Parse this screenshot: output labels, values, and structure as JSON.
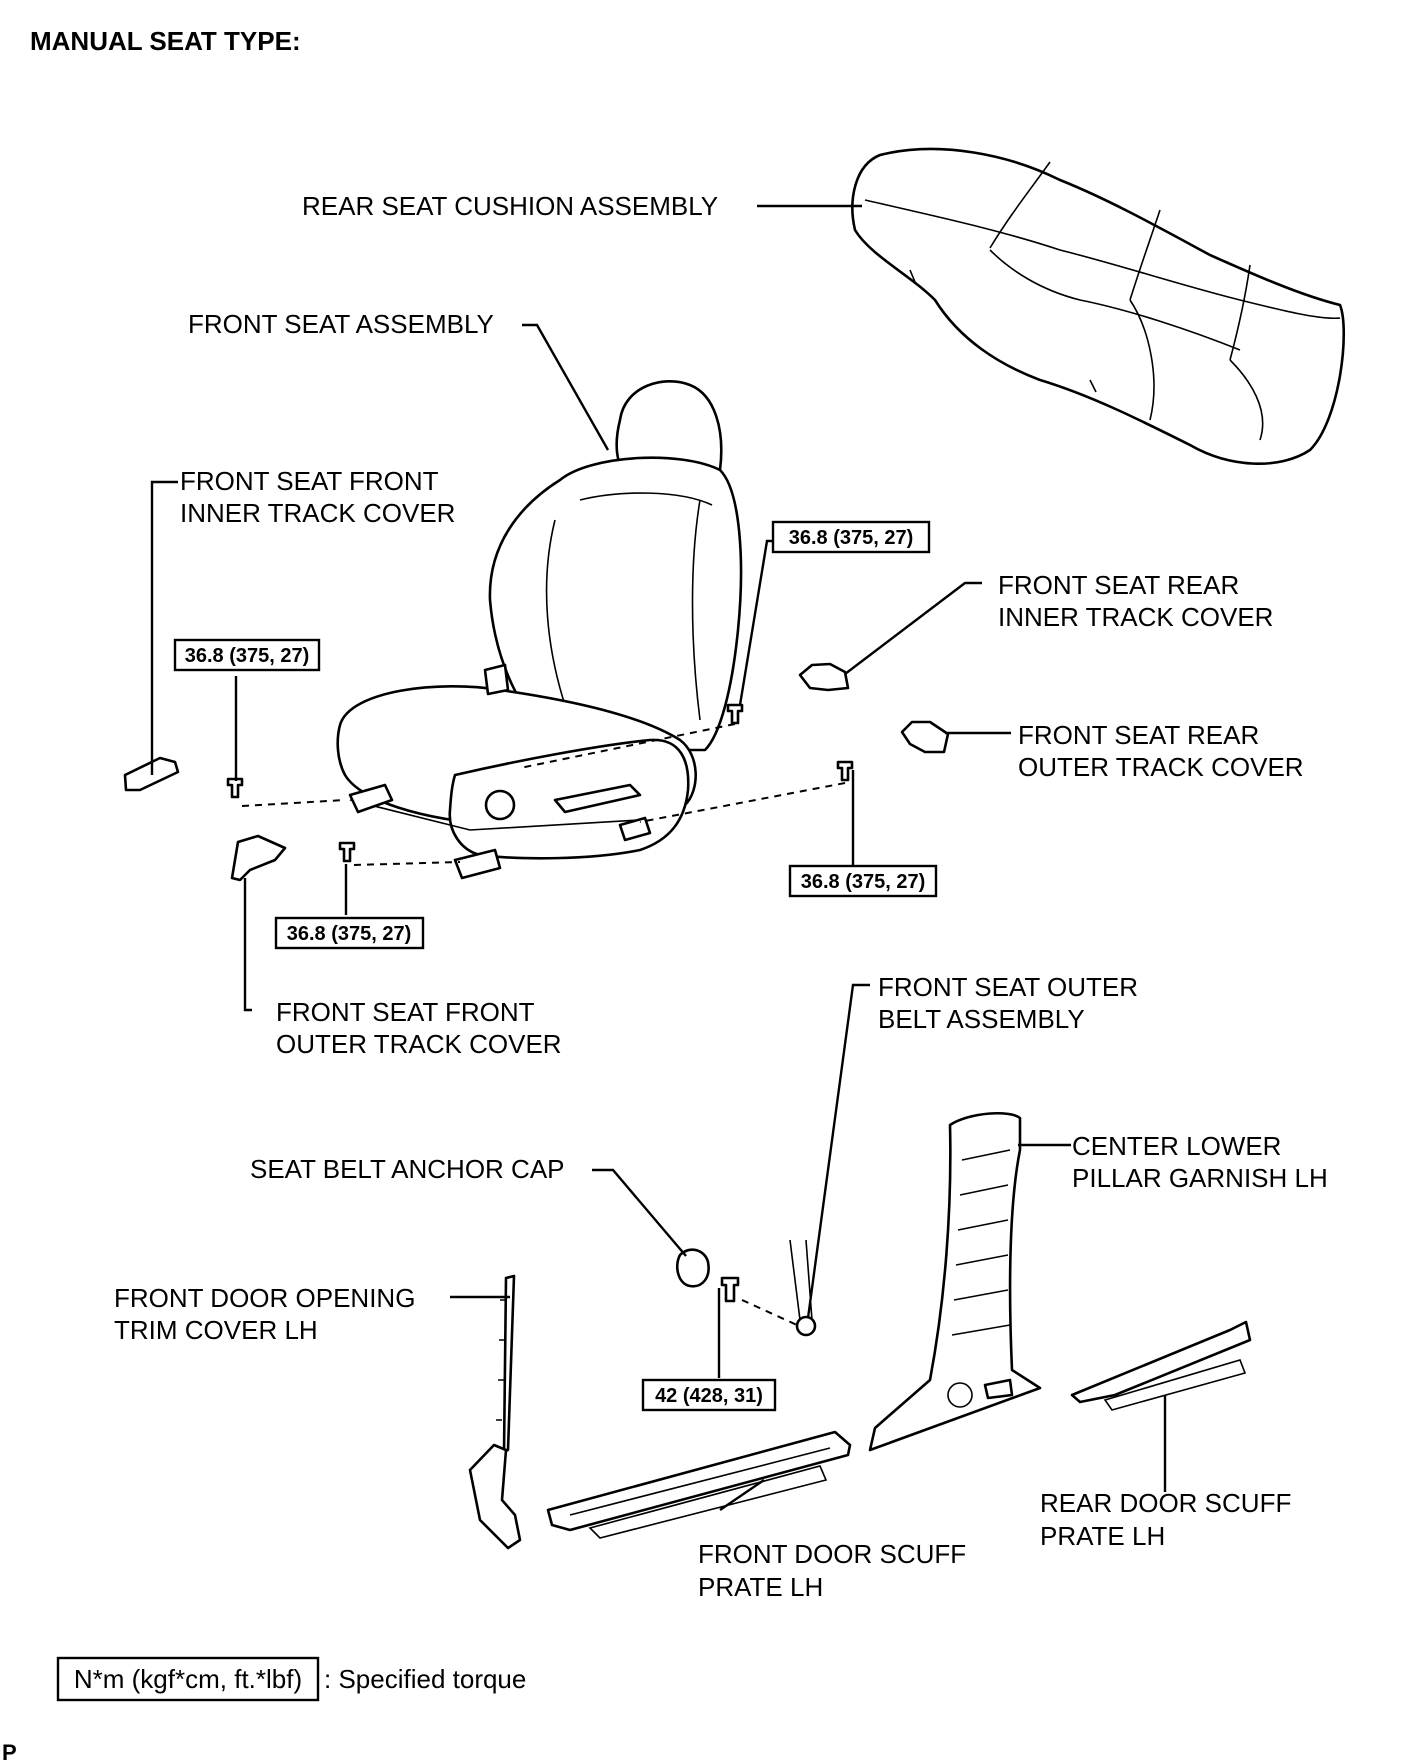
{
  "title": "MANUAL SEAT TYPE:",
  "labels": {
    "rear_seat_cushion": "REAR SEAT CUSHION ASSEMBLY",
    "front_seat": "FRONT SEAT ASSEMBLY",
    "front_inner_cover_1": "FRONT SEAT FRONT",
    "front_inner_cover_2": "INNER TRACK COVER",
    "rear_inner_cover_1": "FRONT SEAT REAR",
    "rear_inner_cover_2": "INNER TRACK COVER",
    "rear_outer_cover_1": "FRONT SEAT REAR",
    "rear_outer_cover_2": "OUTER TRACK COVER",
    "front_outer_cover_1": "FRONT SEAT FRONT",
    "front_outer_cover_2": "OUTER TRACK COVER",
    "outer_belt_1": "FRONT SEAT OUTER",
    "outer_belt_2": "BELT ASSEMBLY",
    "anchor_cap": "SEAT BELT ANCHOR CAP",
    "pillar_garnish_1": "CENTER LOWER",
    "pillar_garnish_2": "PILLAR GARNISH LH",
    "door_trim_1": "FRONT DOOR OPENING",
    "door_trim_2": "TRIM COVER LH",
    "front_scuff_1": "FRONT DOOR SCUFF",
    "front_scuff_2": "PRATE LH",
    "rear_scuff_1": "REAR DOOR SCUFF",
    "rear_scuff_2": "PRATE LH"
  },
  "torques": {
    "rear_inner": "36.8 (375, 27)",
    "front_inner": "36.8 (375, 27)",
    "rear_outer": "36.8 (375, 27)",
    "front_outer": "36.8 (375, 27)",
    "belt_anchor": "42 (428, 31)"
  },
  "legend": {
    "box_text": "N*m (kgf*cm, ft.*lbf)",
    "description": ": Specified torque"
  },
  "corner_mark": "P"
}
